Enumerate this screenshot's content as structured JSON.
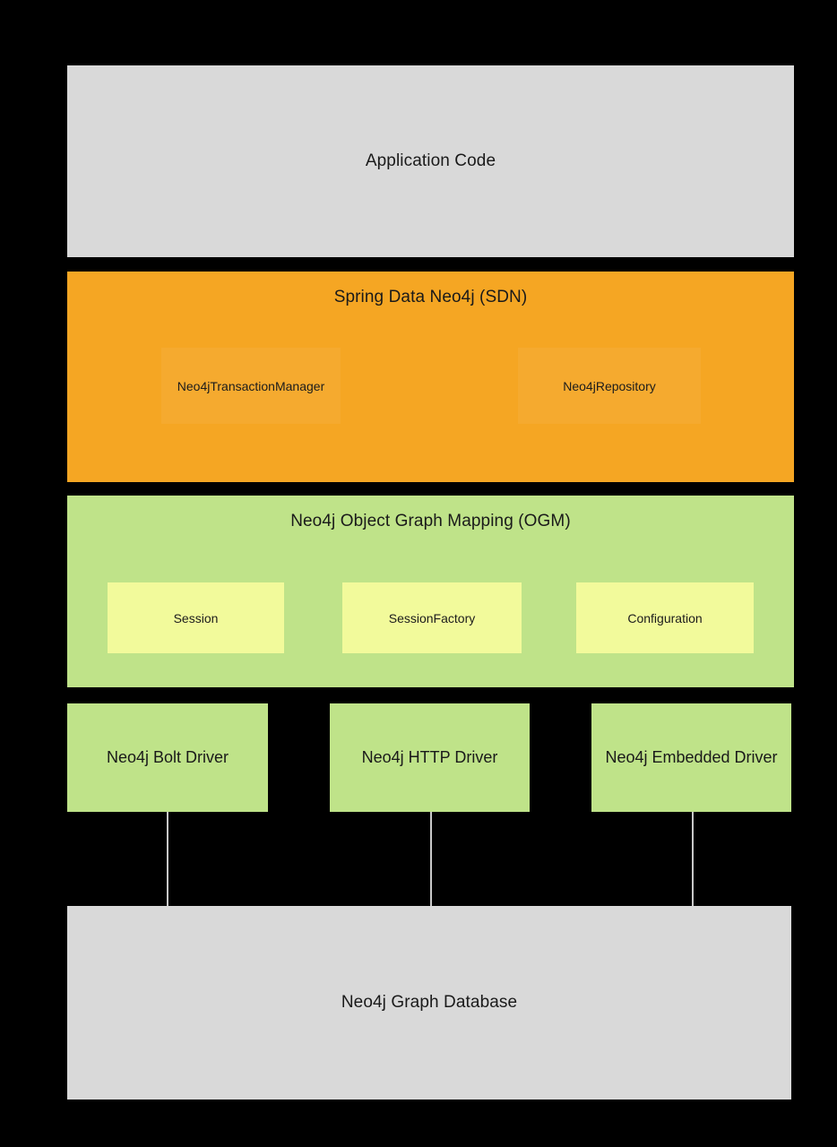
{
  "diagram": {
    "background_color": "#000000",
    "layers": [
      {
        "id": "application-code",
        "title": "Application Code",
        "color": "#d9d9d9"
      },
      {
        "id": "spring-data-neo4j",
        "title": "Spring Data Neo4j (SDN)",
        "color": "#f5a623",
        "components": [
          {
            "id": "neo4j-transaction-manager",
            "label": "Neo4jTransactionManager"
          },
          {
            "id": "neo4j-repository",
            "label": "Neo4jRepository"
          }
        ]
      },
      {
        "id": "neo4j-ogm",
        "title": "Neo4j Object Graph Mapping (OGM)",
        "color": "#bfe389",
        "component_color": "#f2fa9b",
        "components": [
          {
            "id": "session",
            "label": "Session"
          },
          {
            "id": "session-factory",
            "label": "SessionFactory"
          },
          {
            "id": "configuration",
            "label": "Configuration"
          }
        ]
      },
      {
        "id": "drivers",
        "color": "#bfe389",
        "components": [
          {
            "id": "bolt-driver",
            "label": "Neo4j Bolt Driver"
          },
          {
            "id": "http-driver",
            "label": "Neo4j HTTP Driver"
          },
          {
            "id": "embedded-driver",
            "label": "Neo4j Embedded Driver"
          }
        ]
      },
      {
        "id": "database",
        "title": "Neo4j Graph Database",
        "color": "#d9d9d9"
      }
    ],
    "connectors": [
      {
        "id": "bolt-to-database",
        "from": "bolt-driver",
        "to": "database",
        "color": "#c8c8c8"
      },
      {
        "id": "http-to-database",
        "from": "http-driver",
        "to": "database",
        "color": "#c8c8c8"
      },
      {
        "id": "embedded-to-database",
        "from": "embedded-driver",
        "to": "database",
        "color": "#c8c8c8"
      }
    ]
  }
}
